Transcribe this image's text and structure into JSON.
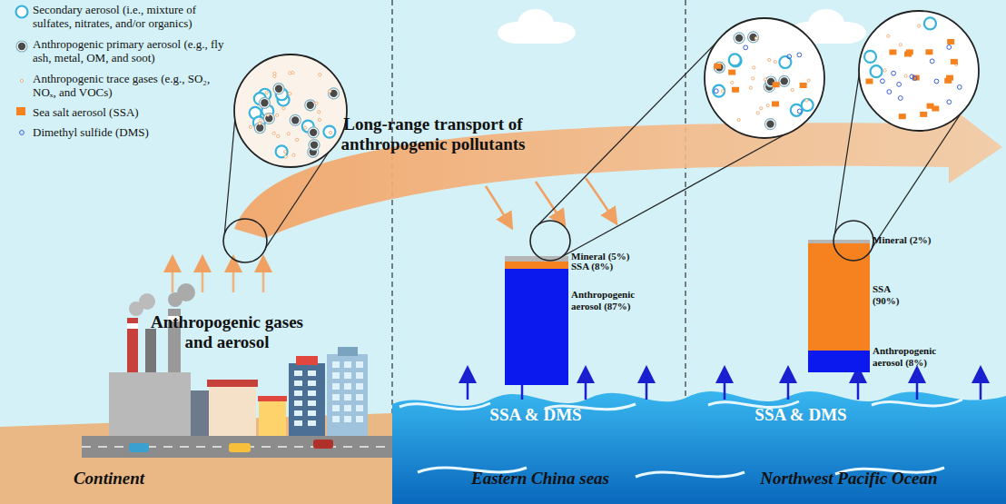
{
  "diagram": {
    "labels": [
      "Long-range transport of anthropogenic pollutants",
      "Anthropogenic gases and aerosol",
      "Mineral (5%)",
      "SSA (8%)",
      "Anthropogenic aerosol (87%)",
      "Mineral (2%)",
      "SSA (90%)",
      "Anthropogenic aerosol (8%)",
      "SSA & DMS",
      "SSA & DMS",
      "Continent",
      "Eastern China seas",
      "Northwest Pacific Ocean"
    ],
    "legend": [
      {
        "text": "Secondary aerosol (i.e., mixture of sulfates, nitrates, and/or organics)"
      },
      {
        "text": "Anthropogenic primary aerosol (e.g., fly ash, metal, OM, and soot)"
      },
      {
        "text": "Anthropogenic trace gases (e.g., SO₂, NOₓ, and VOCs)"
      },
      {
        "text": "Sea salt aerosol (SSA)",
        "color": "#f5821f"
      },
      {
        "text": "Dimethyl sulfide (DMS)"
      }
    ]
  }
}
